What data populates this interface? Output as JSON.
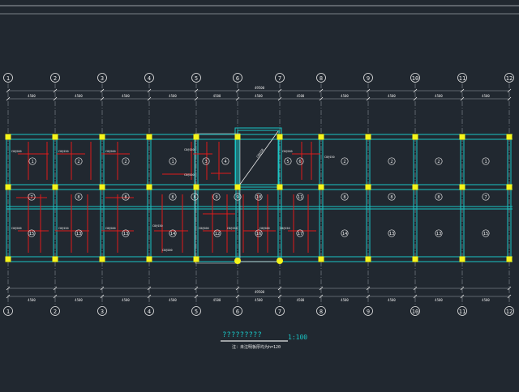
{
  "drawing": {
    "title": "?????????",
    "scale": "1:100",
    "note": "注：未注明板厚均为h=120",
    "colors": {
      "background": "#212830",
      "axis_line": "#9aa0a6",
      "beam": "#19c6c6",
      "rebar": "#e01a1a",
      "column": "#f4f41a",
      "label": "#f4f41a",
      "text": "#e8e8e8"
    }
  },
  "axes": {
    "labels": [
      "1",
      "2",
      "3",
      "4",
      "5",
      "6",
      "7",
      "8",
      "9",
      "10",
      "11",
      "12"
    ],
    "spacings_top": [
      "4500",
      "4500",
      "4500",
      "4500",
      "4500",
      "4500",
      "4500",
      "4500",
      "4500",
      "4500",
      "4500"
    ],
    "spacings_bottom": [
      "4500",
      "4500",
      "4500",
      "4500",
      "4500",
      "4500",
      "4500",
      "4500",
      "4500",
      "4500",
      "4500"
    ],
    "total_top": "49500",
    "total_bottom": "49500"
  },
  "slab_tags": {
    "row_a": [
      "1",
      "2",
      "2",
      "1",
      "3",
      "4",
      "5",
      "6",
      "2",
      "2",
      "2",
      "1"
    ],
    "row_b": [
      "7",
      "8",
      "8",
      "8",
      "8",
      "9",
      "9",
      "10",
      "11",
      "8",
      "8",
      "8",
      "7"
    ],
    "row_c": [
      "15",
      "13",
      "13",
      "14",
      "12",
      "16",
      "17",
      "14",
      "13",
      "13",
      "15"
    ]
  },
  "rebar_labels": {
    "row_a": [
      "C8@200",
      "C8@150",
      "C8@200",
      "C8@150",
      "C8@200",
      "C8@150",
      "C8@200"
    ],
    "row_c": [
      "C8@200",
      "C8@150",
      "C8@200",
      "C8@150",
      "C8@200",
      "C8@150",
      "C8@200",
      "C8@150",
      "C8@200"
    ],
    "stair": "C8@150"
  }
}
